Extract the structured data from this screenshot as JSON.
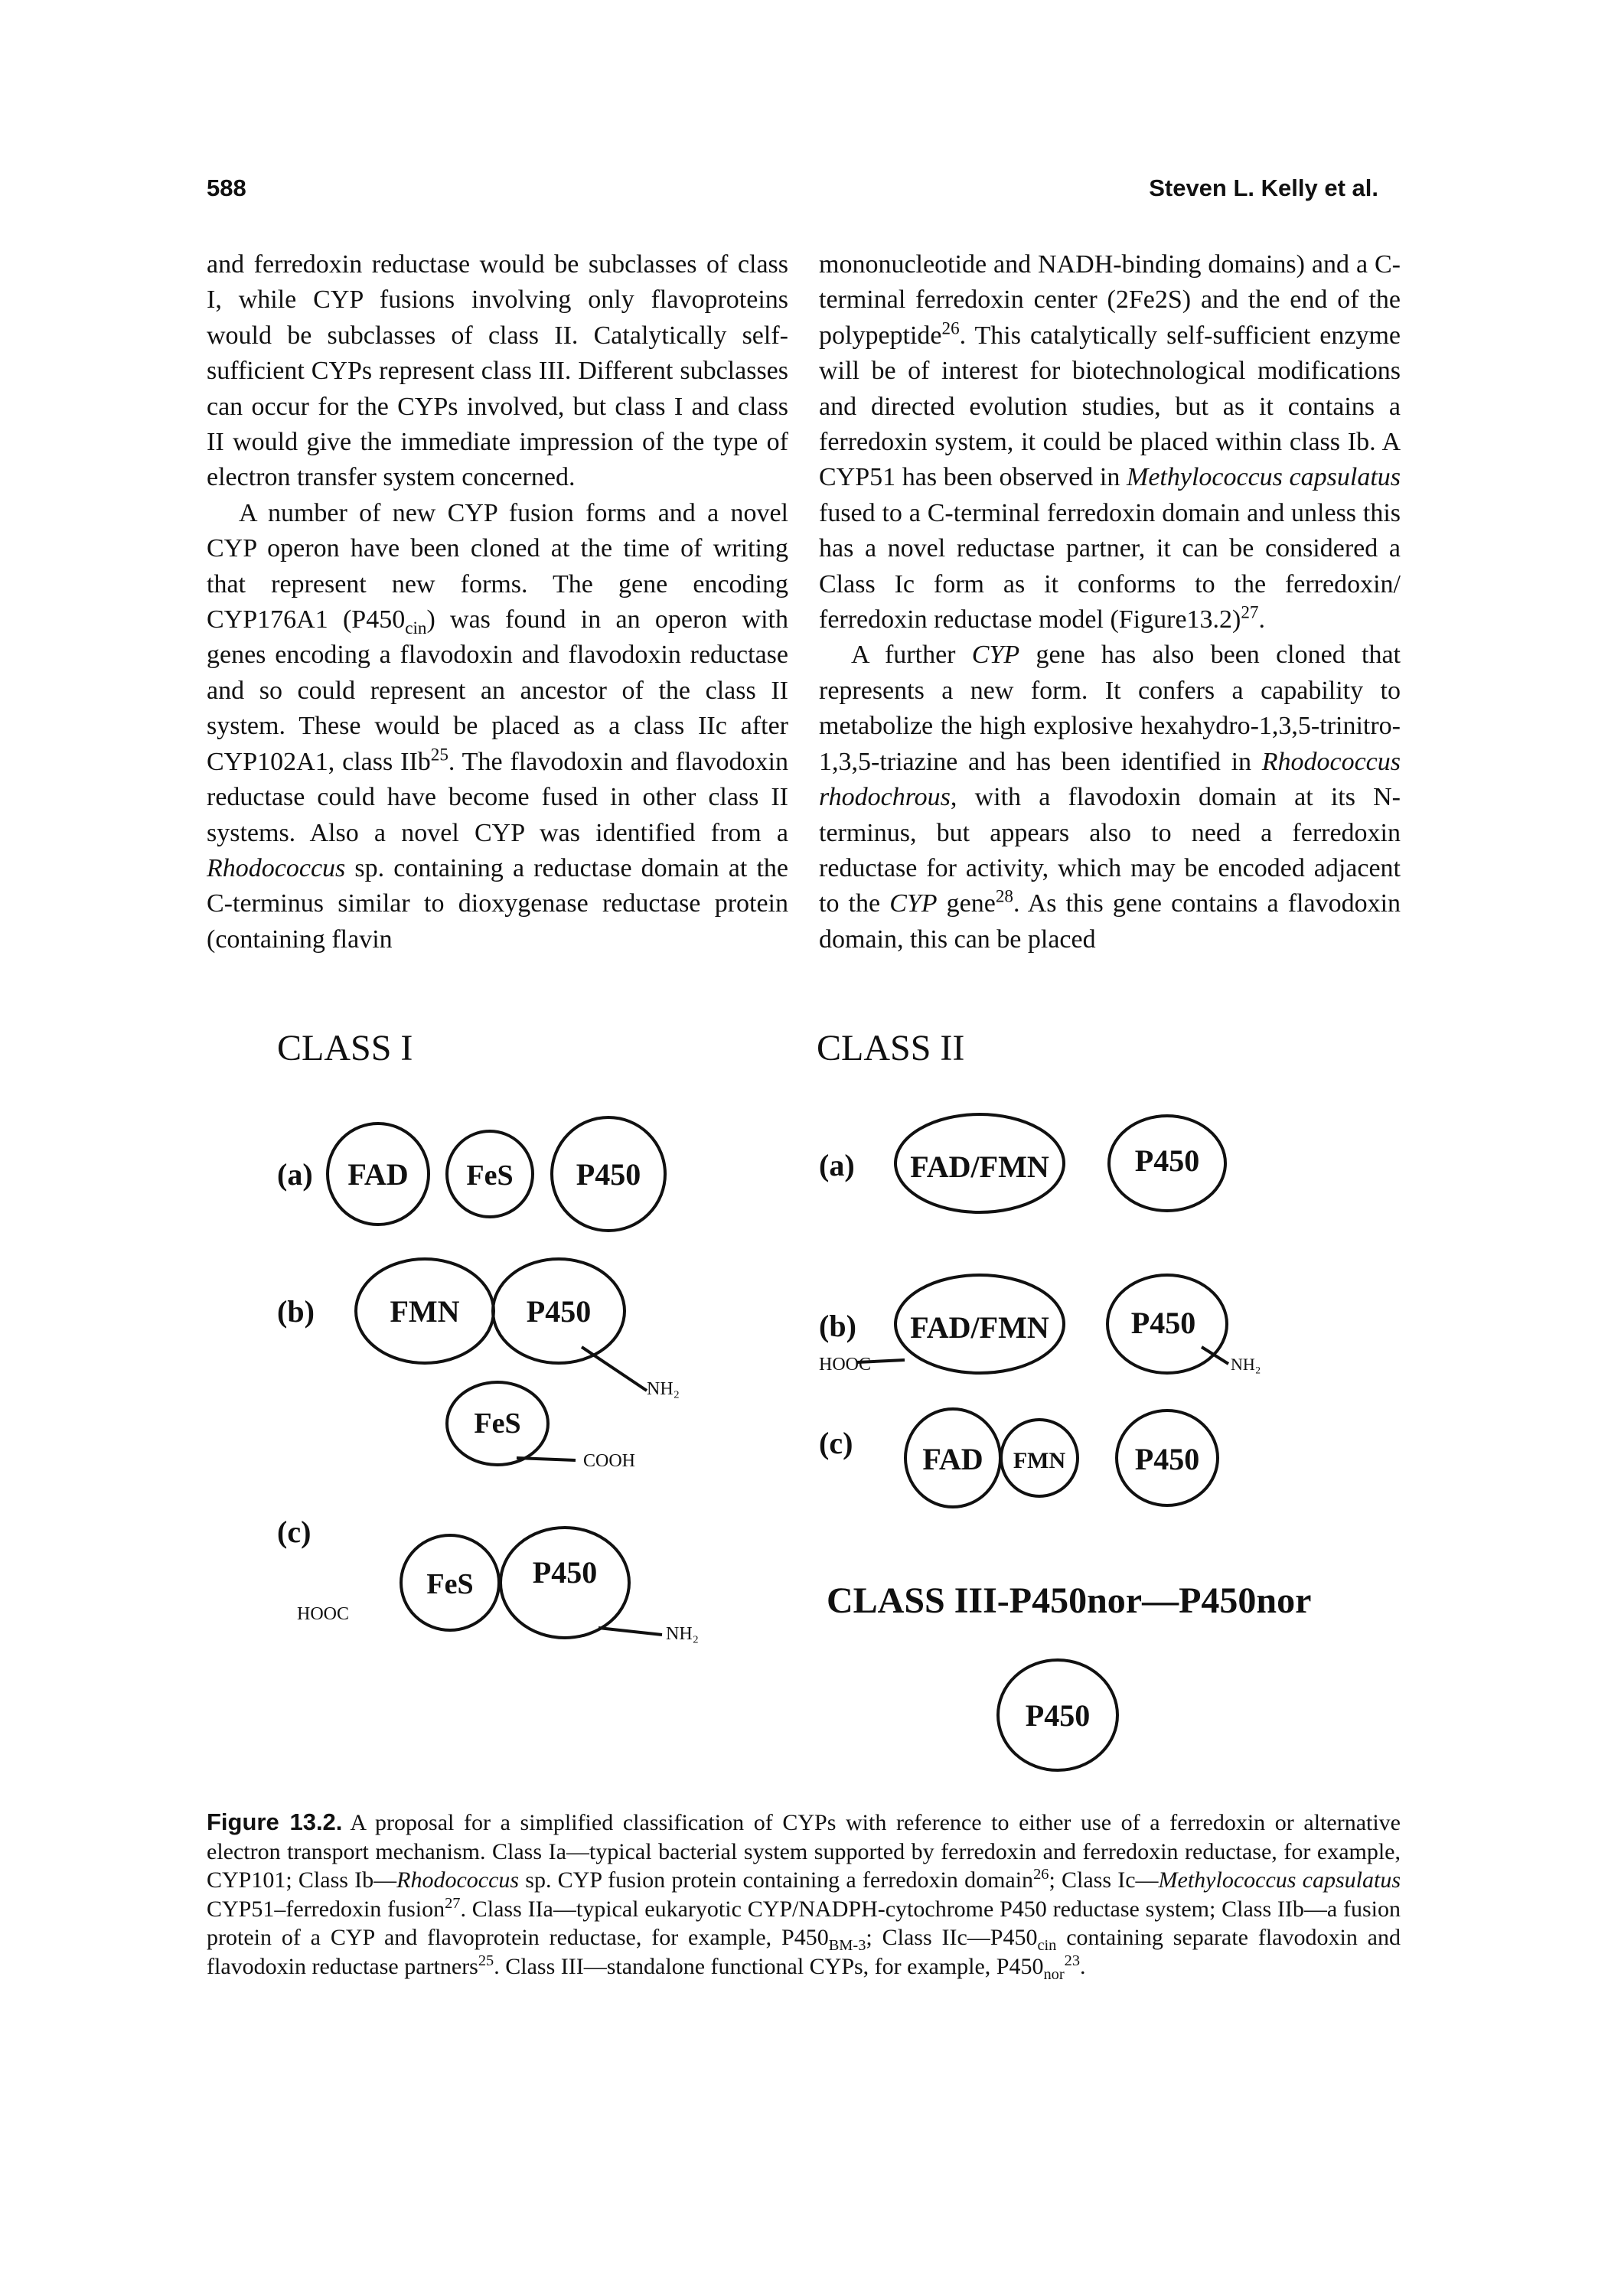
{
  "header": {
    "page_number": "588",
    "authors": "Steven L. Kelly et al."
  },
  "left_column": {
    "p1": "and ferredoxin reductase would be subclasses of class I, while CYP fusions involving only flavoproteins would be subclasses of class II. Catalytically self-sufficient CYPs represent class III. Different subclasses can occur for the CYPs involved, but class I and class II would give the immediate impression of the type of electron transfer system concerned.",
    "p2_a": "A number of new CYP fusion forms and a novel CYP operon have been cloned at the time of writing that represent new forms. The gene encoding CYP176A1 (P450",
    "p2_sub_cin": "cin",
    "p2_b": ") was found in an operon with genes encoding a flavodoxin and flavodoxin reductase and so could represent an ancestor of the class II system. These would be placed as a class IIc after CYP102A1, class IIb",
    "p2_sup_25": "25",
    "p2_c": ". The flavodoxin and flavodoxin reductase could have become fused in other class II systems. Also a novel CYP was identified from a ",
    "p2_italic_rhodococcus": "Rhodococcus",
    "p2_d": " sp. containing a reductase domain at the C-terminus similar to dioxygenase reductase protein (containing flavin"
  },
  "right_column": {
    "p1_a": "mononucleotide and NADH-binding domains) and a C-terminal ferredoxin center (2Fe2S) and the end of the polypeptide",
    "p1_sup_26": "26",
    "p1_b": ". This catalytically self-sufficient enzyme will be of interest for biotechnological modifications and directed evolution studies, but as it contains a ferredoxin system, it could be placed within class Ib. A CYP51 has been observed in ",
    "p1_italic_methylococcus": "Methylococcus capsulatus",
    "p1_c": " fused to a C-terminal ferredoxin domain and unless this has a novel reductase partner, it can be considered a Class Ic form as it conforms to the ferredoxin/ ferredoxin reductase model (Figure13.2)",
    "p1_sup_27": "27",
    "p1_d": ".",
    "p2_a": "A further ",
    "p2_italic_cyp": "CYP",
    "p2_b": " gene has also been cloned that represents a new form. It confers a capability to metabolize the high explosive hexahydro-1,3,5-trinitro-1,3,5-triazine and has been identified in ",
    "p2_italic_rhodochrous": "Rhodococcus rhodochrous",
    "p2_c": ", with a flavodoxin domain at its N-terminus, but appears also to need a ferredoxin reductase for activity, which may be encoded adjacent to the ",
    "p2_italic_cyp2": "CYP",
    "p2_d": " gene",
    "p2_sup_28": "28",
    "p2_e": ". As this gene contains a flavodoxin domain, this can be placed"
  },
  "figure": {
    "class1_title": "CLASS I",
    "class2_title": "CLASS II",
    "class3_title": "CLASS III-P450nor—P450nor",
    "label_a": "(a)",
    "label_b": "(b)",
    "label_c": "(c)",
    "fad": "FAD",
    "fes": "FeS",
    "p450": "P450",
    "fmn": "FMN",
    "fad_fmn": "FAD/FMN",
    "nh2": "NH₂",
    "cooh": "COOH",
    "hooc": "HOOC"
  },
  "caption": {
    "label": "Figure 13.2.",
    "t1": "A proposal for a simplified classification of CYPs with reference to either use of a ferredoxin or alternative electron transport mechanism. Class Ia—typical bacterial system supported by ferredoxin and ferredoxin reductase, for example, CYP101; Class Ib—",
    "i1": "Rhodococcus",
    "t2": " sp. CYP fusion protein containing a ferredoxin domain",
    "s26": "26",
    "t3": "; Class Ic—",
    "i2": "Methylococcus capsulatus",
    "t4": " CYP51–ferredoxin fusion",
    "s27": "27",
    "t5": ". Class IIa—typical eukaryotic CYP/NADPH-cytochrome P450 reductase system; Class IIb—a fusion protein of a CYP and flavoprotein reductase, for example, P450",
    "sub_bm3": "BM-3",
    "t6": "; Class IIc—P450",
    "sub_cin": "cin",
    "t7": " containing separate flavodoxin and flavodoxin reductase partners",
    "s25": "25",
    "t8": ". Class III—standalone functional CYPs, for example, P450",
    "sub_nor": "nor",
    "s23": "23",
    "t9": "."
  }
}
